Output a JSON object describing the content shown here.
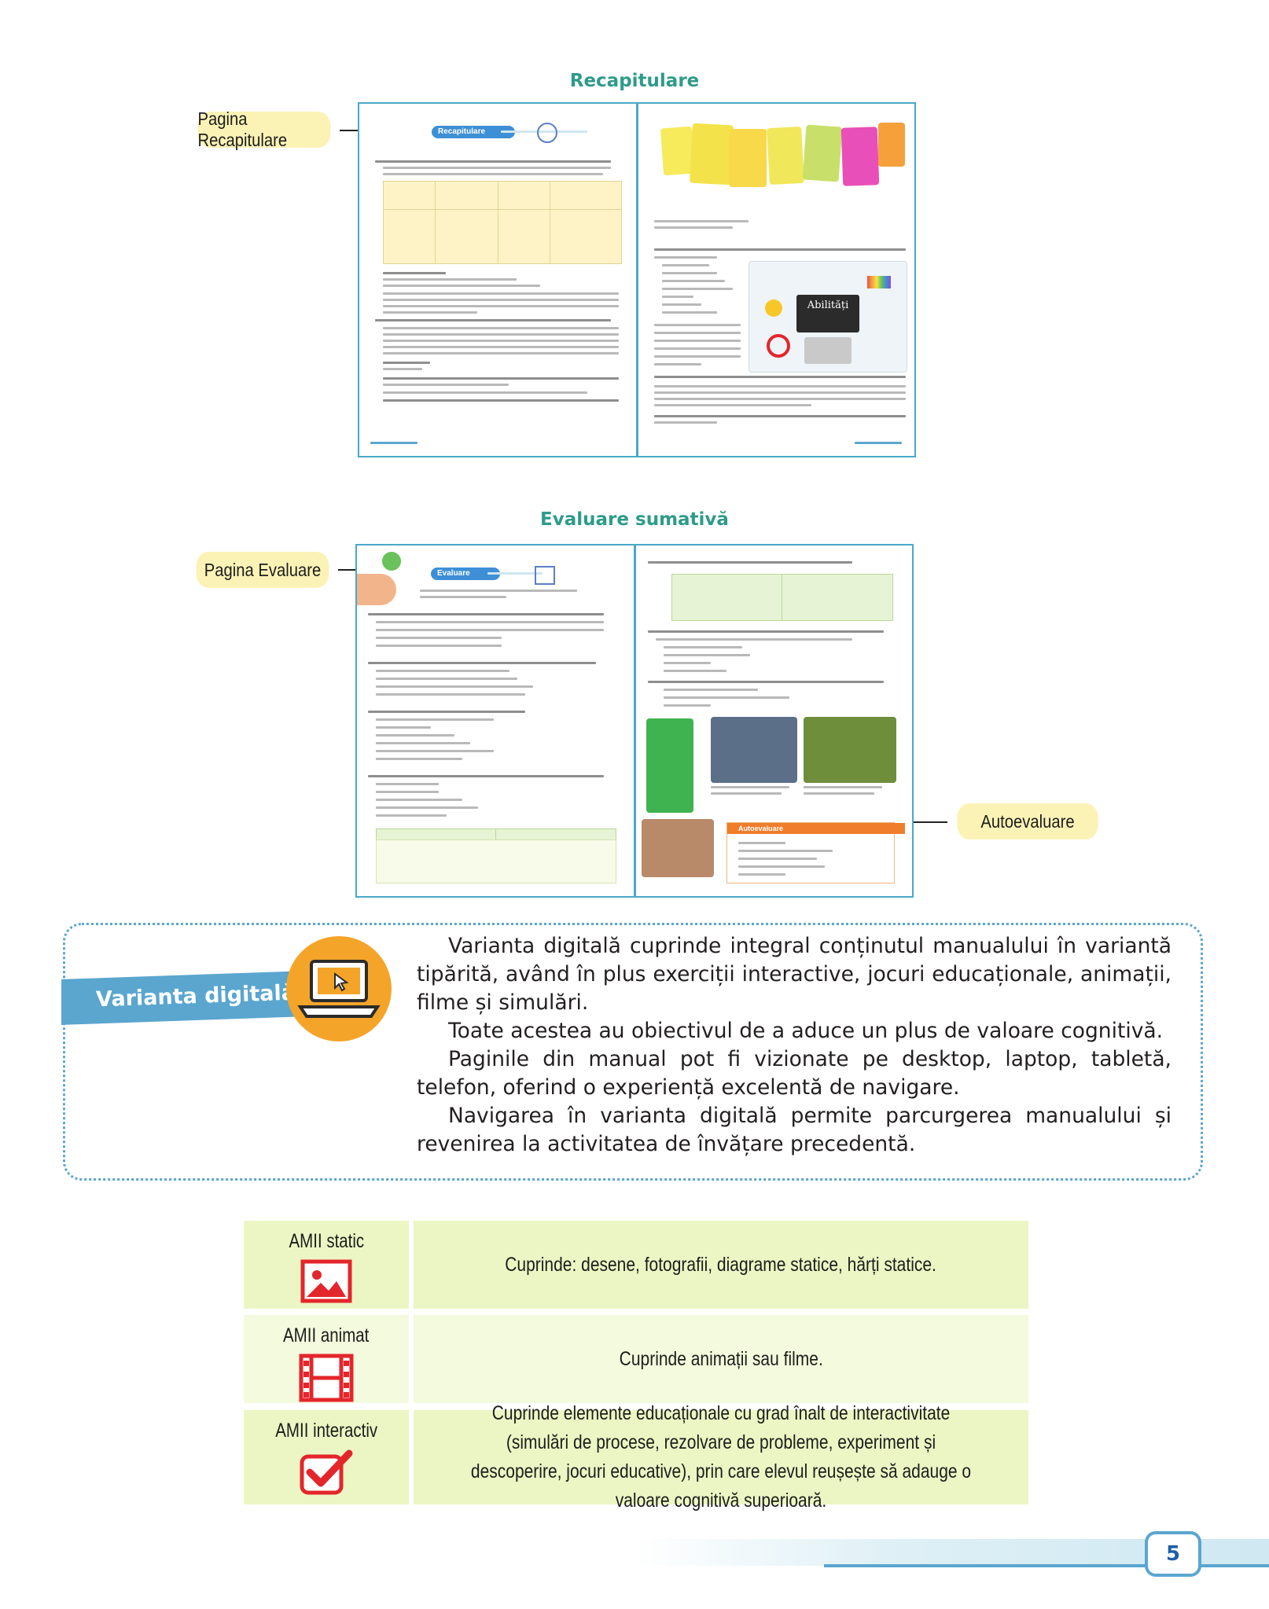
{
  "sections": {
    "recap_title": "Recapitulare",
    "eval_title": "Evaluare sumativă"
  },
  "callouts": {
    "recap": "Pagina Recapitulare",
    "eval": "Pagina Evaluare",
    "self": "Autoevaluare"
  },
  "mini_pages": {
    "recap_band": "Recapitulare",
    "eval_band": "Evaluare",
    "auto_band": "Autoevaluare",
    "skills_word": "Abilități"
  },
  "digital": {
    "ribbon": "Varianta digitală",
    "paragraphs": [
      "Varianta digitală cuprinde integral conținutul manualului în variantă tipărită, având în plus exerciții interactive, jocuri educaționale, animații, filme și simulări.",
      "Toate acestea au obiectivul de a aduce un plus de valoare cognitivă.",
      "Paginile din manual pot fi vizionate pe desktop, laptop, tabletă, telefon, oferind o experiență excelentă de navigare.",
      "Navigarea în varianta digitală permite parcurgerea manualului și revenirea la activitatea de învățare precedentă."
    ]
  },
  "amii": [
    {
      "label": "AMII static",
      "icon": "image-icon",
      "description": "Cuprinde: desene, fotografii, diagrame statice, hărți statice."
    },
    {
      "label": "AMII animat",
      "icon": "film-icon",
      "description": "Cuprinde animații sau filme."
    },
    {
      "label": "AMII interactiv",
      "icon": "checkbox-icon",
      "description": "Cuprinde elemente educaționale cu grad înalt de interactivitate (simulări de procese, rezolvare de probleme, experiment și descoperire, jocuri educative), prin care elevul reușește să adauge o valoare cognitivă superioară."
    }
  ],
  "page_number": "5",
  "colors": {
    "teal_title": "#2e9b8a",
    "blue_accent": "#5aa6cf",
    "orange": "#f5a42a",
    "red_icon": "#e3262b",
    "green_cell": "#ecf6c4",
    "callout_yellow": "#fbf3b6"
  }
}
